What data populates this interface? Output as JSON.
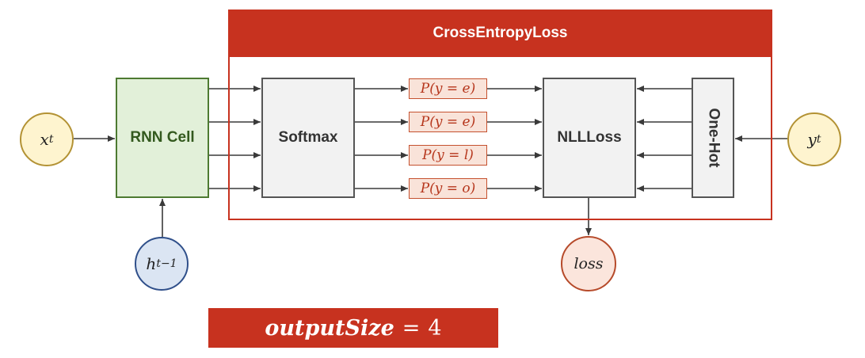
{
  "diagram": {
    "cross_entropy": {
      "title": "CrossEntropyLoss"
    },
    "nodes": {
      "rnn_cell": "RNN Cell",
      "softmax": "Softmax",
      "nllloss": "NLLLoss",
      "onehot": "One-Hot"
    },
    "circles": {
      "x_base": "x",
      "x_sub": "t",
      "h_base": "h",
      "h_sub": "t−1",
      "y_base": "y",
      "y_sub": "t",
      "loss": "loss"
    },
    "probabilities": [
      "P(y = e)",
      "P(y = e)",
      "P(y = l)",
      "P(y = o)"
    ],
    "output_size": {
      "label": "outputSize",
      "equals": "=",
      "value": "4"
    }
  },
  "colors": {
    "accent_red": "#c7321f",
    "rnn_fill": "#e2f0d9",
    "rnn_border": "#4d7a31",
    "box_fill": "#f2f2f2",
    "prob_fill": "#f9e3d9",
    "input_circle_fill": "#fef4cf",
    "hidden_circle_fill": "#dbe5f3",
    "loss_circle_fill": "#fbe5dc"
  }
}
